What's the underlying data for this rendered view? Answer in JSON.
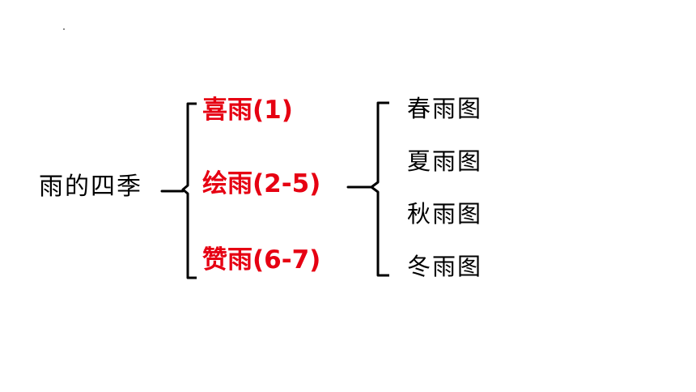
{
  "diagram": {
    "root": "雨的四季",
    "middle": [
      {
        "label": "喜雨(1)"
      },
      {
        "label": "绘雨(2-5)"
      },
      {
        "label": "赞雨(6-7)"
      }
    ],
    "right": [
      {
        "label": "春雨图"
      },
      {
        "label": "夏雨图"
      },
      {
        "label": "秋雨图"
      },
      {
        "label": "冬雨图"
      }
    ]
  },
  "colors": {
    "highlight": "#e60012",
    "text": "#000000",
    "bracket": "#000000"
  }
}
